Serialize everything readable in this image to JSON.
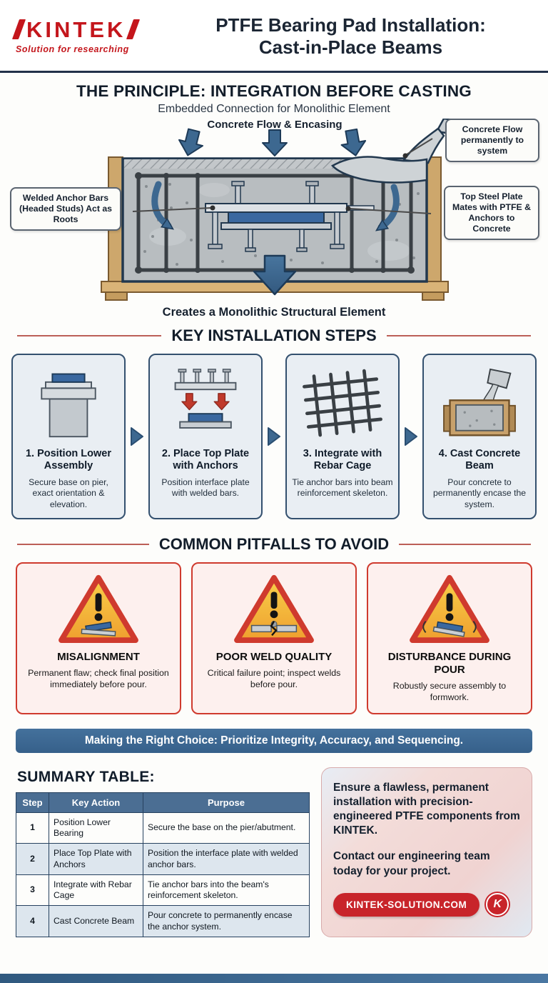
{
  "header": {
    "logo_text": "KINTEK",
    "tagline": "Solution for researching",
    "title_line1": "PTFE Bearing Pad Installation:",
    "title_line2": "Cast-in-Place Beams"
  },
  "principle": {
    "title": "THE PRINCIPLE: INTEGRATION BEFORE CASTING",
    "subtitle": "Embedded Connection for Monolithic Element",
    "flow_label": "Concrete Flow & Encasing",
    "callout_right_top": "Concrete Flow permanently to system",
    "callout_left": "Welded Anchor Bars (Headed Studs) Act as Roots",
    "callout_right_bottom": "Top Steel Plate Mates with PTFE & Anchors to Concrete",
    "caption": "Creates a Monolithic Structural Element"
  },
  "steps": {
    "title": "KEY INSTALLATION STEPS",
    "items": [
      {
        "title": "1. Position Lower Assembly",
        "desc": "Secure base on pier, exact orientation & elevation."
      },
      {
        "title": "2. Place Top Plate with Anchors",
        "desc": "Position interface plate with welded bars."
      },
      {
        "title": "3. Integrate with Rebar Cage",
        "desc": "Tie anchor bars into beam reinforcement skeleton."
      },
      {
        "title": "4. Cast Concrete Beam",
        "desc": "Pour concrete to permanently encase the system."
      }
    ]
  },
  "pitfalls": {
    "title": "COMMON PITFALLS TO AVOID",
    "items": [
      {
        "title": "MISALIGNMENT",
        "desc": "Permanent flaw; check final position immediately before pour."
      },
      {
        "title": "POOR WELD QUALITY",
        "desc": "Critical failure point; inspect welds before pour."
      },
      {
        "title": "DISTURBANCE DURING POUR",
        "desc": "Robustly secure assembly to formwork."
      }
    ]
  },
  "banner": {
    "text": "Making the Right Choice: Prioritize Integrity, Accuracy, and Sequencing."
  },
  "summary": {
    "title": "SUMMARY TABLE:",
    "headers": [
      "Step",
      "Key Action",
      "Purpose"
    ],
    "rows": [
      [
        "1",
        "Position Lower Bearing",
        "Secure the base on the pier/abutment."
      ],
      [
        "2",
        "Place Top Plate with Anchors",
        "Position the interface plate with welded anchor bars."
      ],
      [
        "3",
        "Integrate with Rebar Cage",
        "Tie anchor bars into the beam's reinforcement skeleton."
      ],
      [
        "4",
        "Cast Concrete Beam",
        "Pour concrete to permanently encase the anchor system."
      ]
    ]
  },
  "cta": {
    "text1": "Ensure a flawless, permanent installation with precision-engineered PTFE components from KINTEK.",
    "text2": "Contact our engineering team today for your project.",
    "button_label": "KINTEK-SOLUTION.COM",
    "badge": "K"
  },
  "icons": {
    "warning_icon": "!",
    "arrow_right_icon": "▶",
    "arrow_down_icon": "▼"
  },
  "colors": {
    "brand_red": "#c4161c",
    "navy": "#16202e",
    "steel_blue": "#3d6890",
    "pitfall_border": "#cf3a2e",
    "warning_fill": "#f3b437",
    "table_header": "#4b6e93",
    "card_bg": "#e9eef3"
  }
}
